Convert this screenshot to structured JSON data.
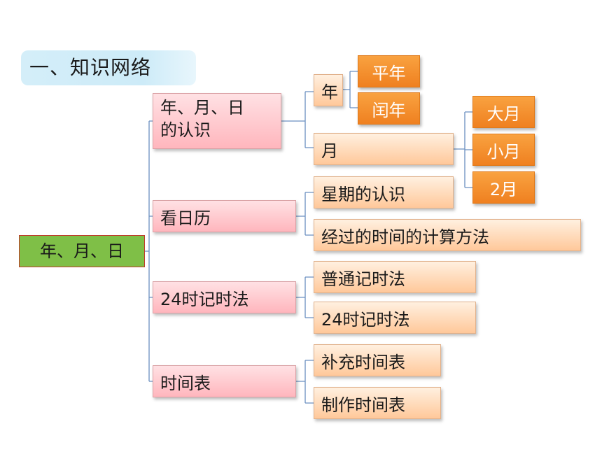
{
  "section_title": "一、知识网络",
  "root": "年、月、日",
  "branches": {
    "ymd": {
      "label_line1": "年、月、日",
      "label_line2": "的认识",
      "year": {
        "label": "年",
        "children": [
          "平年",
          "闰年"
        ]
      },
      "month": {
        "label": "月",
        "children": [
          "大月",
          "小月",
          "2月"
        ]
      }
    },
    "calendar": {
      "label": "看日历",
      "children": [
        "星期的认识",
        "经过的时间的计算方法"
      ]
    },
    "hour24": {
      "label": "24时记时法",
      "children": [
        "普通记时法",
        "24时记时法"
      ]
    },
    "schedule": {
      "label": "时间表",
      "children": [
        "补充时间表",
        "制作时间表"
      ]
    }
  }
}
